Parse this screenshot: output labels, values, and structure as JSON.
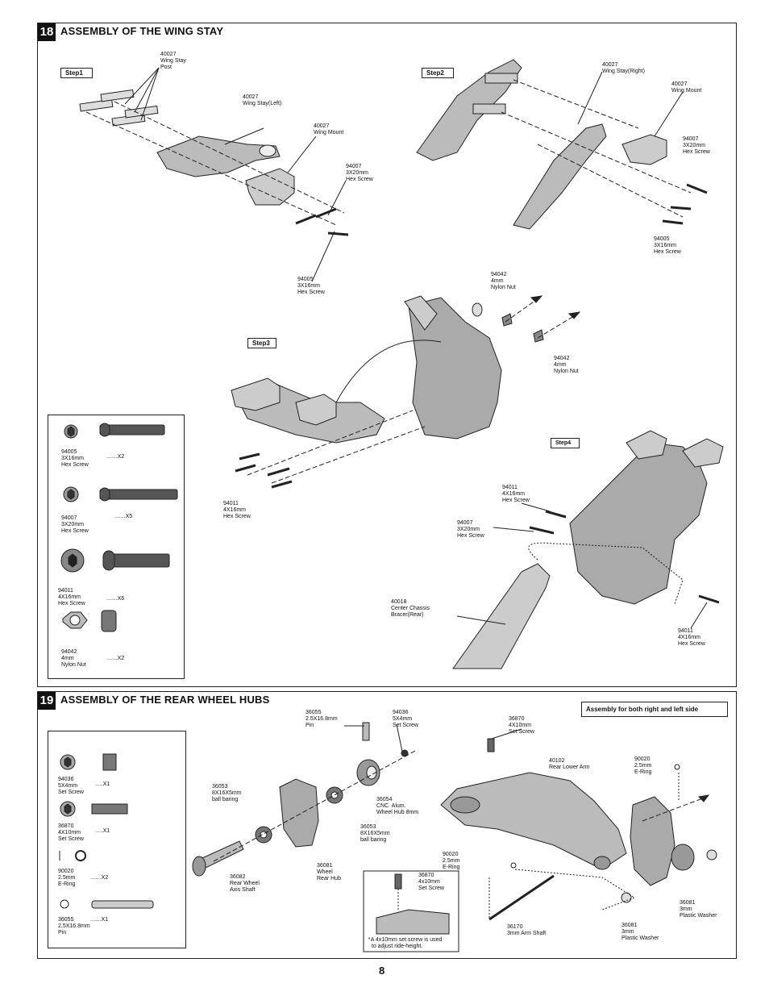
{
  "page_number": "8",
  "sections": {
    "s18": {
      "number": "18",
      "title": "ASSEMBLY OF THE WING STAY",
      "steps": [
        "Step1",
        "Step2",
        "Step3",
        "Step4"
      ],
      "labels": {
        "wing_stay_post": "40027\nWing Stay\nPost",
        "wing_stay_left": "40027\nWing Stay(Left)",
        "wing_mount_1": "40027\nWing Mount",
        "screw_3x20_1": "94007\n3X20mm\nHex Screw",
        "screw_3x16_1": "94005\n3X16mm\nHex Screw",
        "wing_stay_right": "40027\nWing Stay(Right)",
        "wing_mount_2": "40027\nWing Mount",
        "screw_3x20_2": "94007\n3X20mm\nHex Screw",
        "screw_3x16_2": "94005\n3X16mm\nHex Screw",
        "nylon_nut_1": "94042\n4mm\nNylon Nut",
        "nylon_nut_2": "94042\n4mm\nNylon Nut",
        "screw_4x16_1": "94011\n4X16mm\nHex Screw",
        "screw_4x16_2": "94011\n4X16mm\nHex Screw",
        "screw_3x20_3": "94007\n3X20mm\nHex Screw",
        "bracer": "40018\nCenter Chassis\nBracer(Rear)",
        "screw_4x16_3": "94011\n4X16mm\nHex Screw"
      },
      "parts": [
        {
          "code": "94005\n3X16mm\nHex Screw",
          "qty": ".......X2"
        },
        {
          "code": "94007\n3X20mm\nHex Screw",
          "qty": ".......X5"
        },
        {
          "code": "94011\n4X16mm\nHex Screw",
          "qty": ".......X6"
        },
        {
          "code": "94042\n4mm\nNylon Nut",
          "qty": ".......X2"
        }
      ]
    },
    "s19": {
      "number": "19",
      "title": "ASSEMBLY OF THE REAR WHEEL HUBS",
      "note": "Assembly for both right and left side",
      "labels": {
        "pin": "36055\n2.5X16.8mm\nPin",
        "set_5x4": "94036\n5X4mm\nSet Screw",
        "set_4x10": "36870\n4X10mm\nSet Screw",
        "arm": "40102\nRear Lower Arm",
        "ering_1": "90020\n2.5mm\nE-Ring",
        "bearing_1": "36053\n8X16X5mm\nball baring",
        "cnc_hub": "36054\nCNC  Alum.\nWheel Hub 8mm",
        "bearing_2": "36053\n8X16X5mm\nball baring",
        "wheel_hub": "36081\nWheel\nRear Hub",
        "axis_shaft": "36082\nRear Wheel\nAxis Shaft",
        "ering_2": "90020\n2.5mm\nE-Ring",
        "set_4x10_b": "36870\n4x10mm\nSet Screw",
        "note_inset": "*A 4x10mm set screw is used\n  to adjust ride-height.",
        "arm_shaft": "36170\n3mm Arm Shaft",
        "washer_1": "36081\n3mm\nPlastic Washer",
        "washer_2": "36081\n3mm\nPlastic Washer"
      },
      "parts": [
        {
          "code": "94036\n5X4mm\nSet Screw",
          "qty": ".....X1"
        },
        {
          "code": "36870\n4X10mm\nSet Screw",
          "qty": ".....X1"
        },
        {
          "code": "90020\n2.5mm\nE-Ring",
          "qty": ".......X2"
        },
        {
          "code": "36055\n2.5X16.8mm\nPin",
          "qty": ".......X1"
        }
      ]
    }
  }
}
